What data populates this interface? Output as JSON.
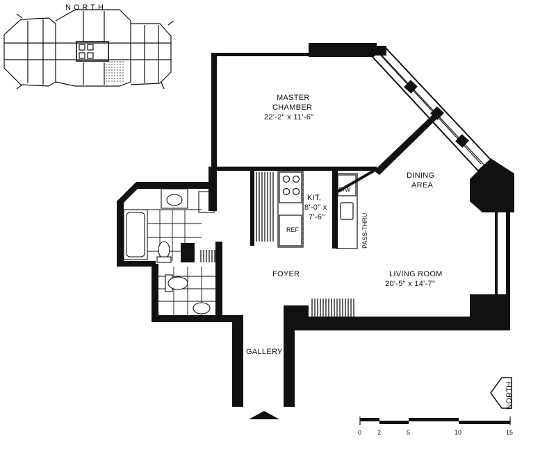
{
  "key_plan": {
    "label": "NORTH"
  },
  "rooms": {
    "master": {
      "name_line1": "MASTER",
      "name_line2": "CHAMBER",
      "dims": "22'-2\" x 11'-6\""
    },
    "dining": {
      "name_line1": "DINING",
      "name_line2": "AREA"
    },
    "kitchen": {
      "name": "KIT.",
      "dims_line1": "8'-0\" x",
      "dims_line2": "7'-6\""
    },
    "living": {
      "name": "LIVING ROOM",
      "dims": "20'-5\" x 14'-7\""
    },
    "foyer": {
      "name": "FOYER"
    },
    "gallery": {
      "name": "GALLERY"
    }
  },
  "fixtures": {
    "dishwasher": "D/W",
    "refrigerator": "REF",
    "pass_thru": "PASS-THRU"
  },
  "north_arrow": {
    "label": "NORTH"
  },
  "scale_bar": {
    "ticks": [
      "0",
      "2",
      "5",
      "10",
      "15"
    ]
  },
  "colors": {
    "wall": "#111111",
    "background": "#ffffff",
    "hatch": "#222222"
  }
}
